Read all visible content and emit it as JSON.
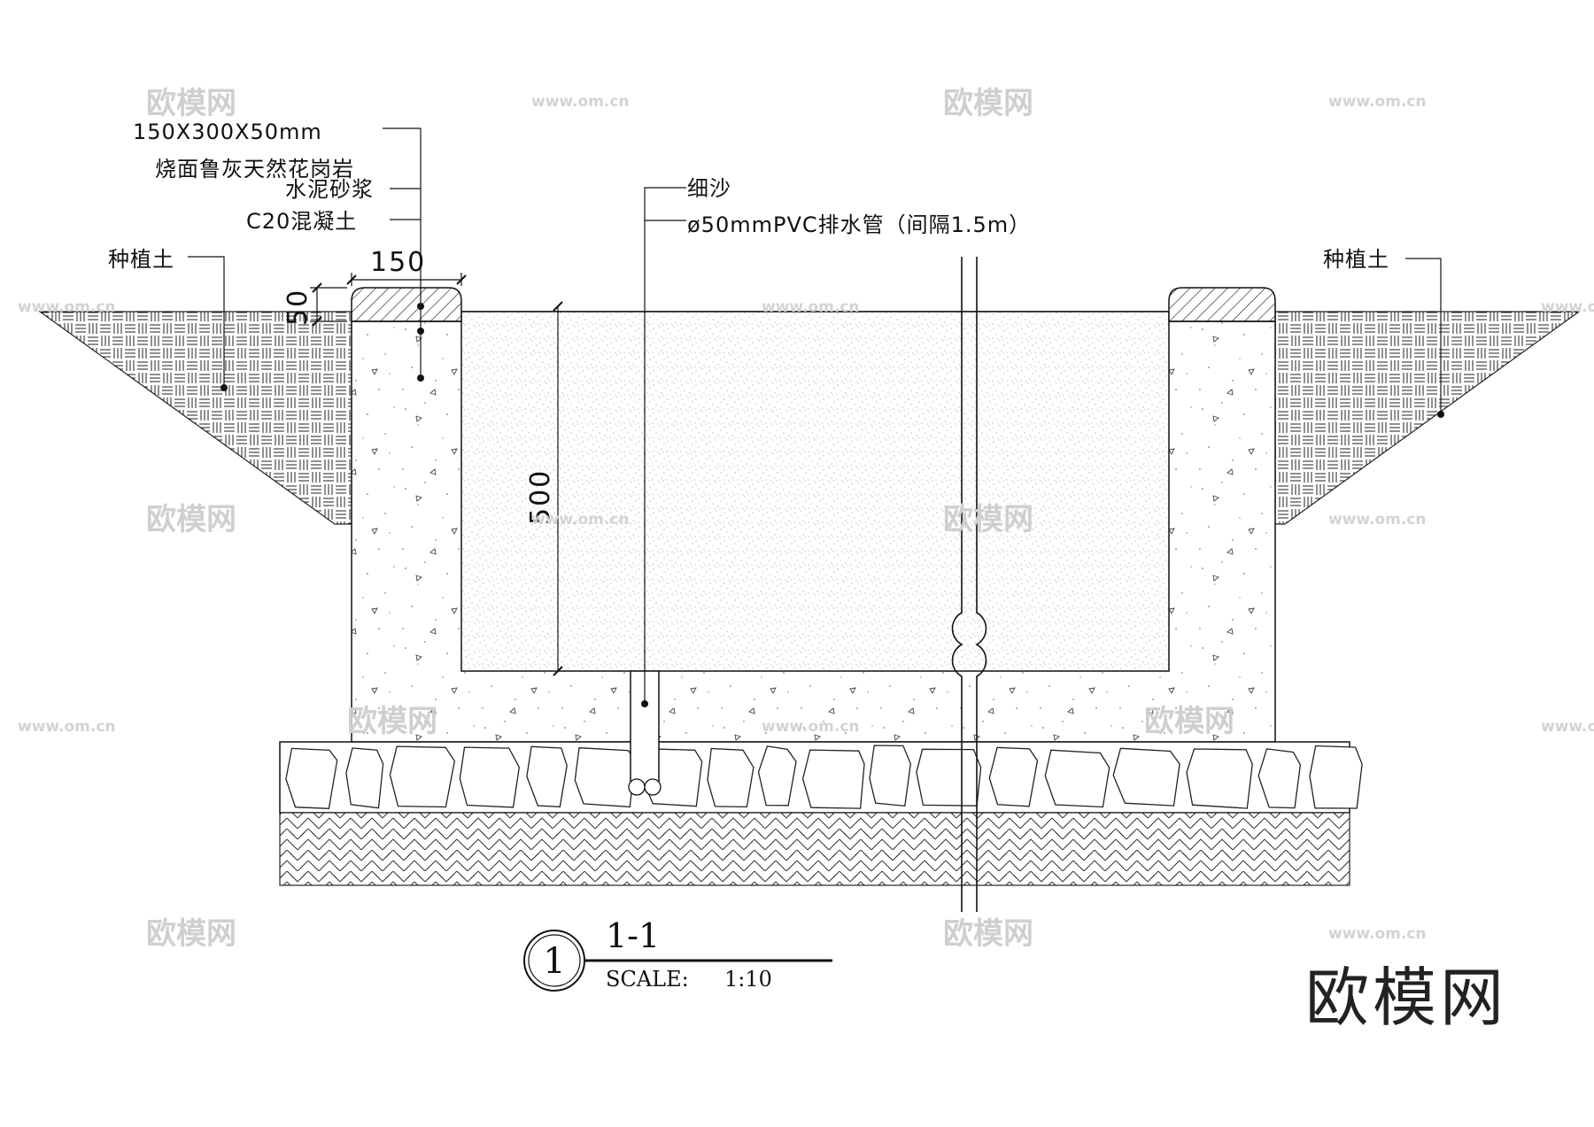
{
  "watermark": {
    "brand": "欧模网",
    "url": "www.om.cn"
  },
  "labels": {
    "stone_size": "150X300X50mm",
    "stone_material": "烧面鲁灰天然花岗岩",
    "mortar": "水泥砂浆",
    "concrete": "C20混凝土",
    "planting_soil_left": "种植土",
    "planting_soil_right": "种植土",
    "fine_sand": "细沙",
    "drain_pipe": "ø50mmPVC排水管（间隔1.5m）"
  },
  "dimensions": {
    "curb_width": "150",
    "curb_height": "50",
    "sand_depth": "500"
  },
  "title_block": {
    "number": "1",
    "section": "1-1",
    "scale_label": "SCALE:",
    "scale_value": "1:10"
  }
}
